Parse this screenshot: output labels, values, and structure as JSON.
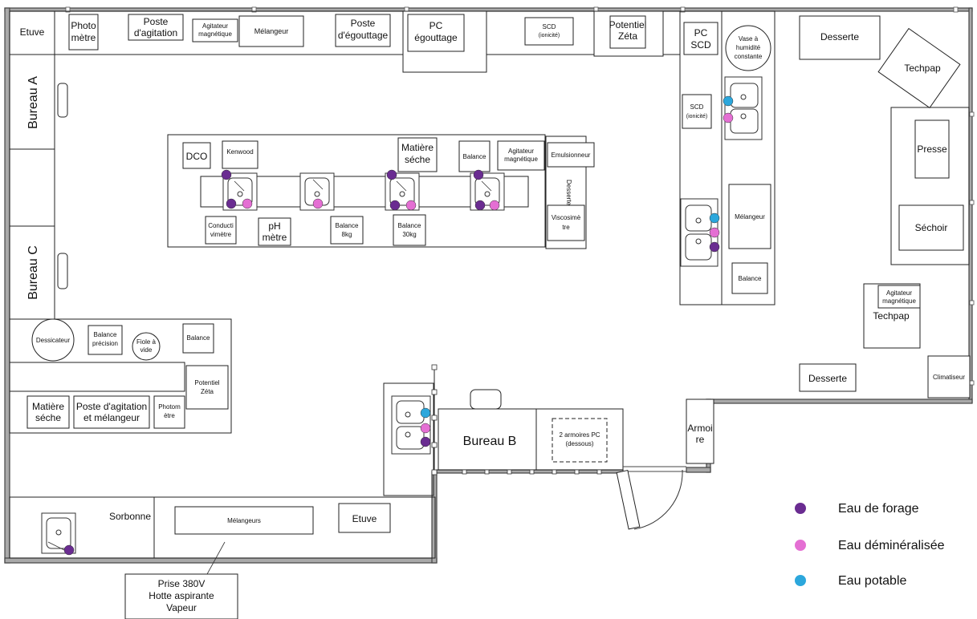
{
  "colors": {
    "eau_de_forage": "#6a2c91",
    "eau_demineralisee": "#e46fd3",
    "eau_potable": "#2ca7dc"
  },
  "labels": {
    "etuve_top": "Etuve",
    "photometre_top": [
      "Photo",
      "mètre"
    ],
    "poste_agitation": [
      "Poste",
      "d'agitation"
    ],
    "agitateur_top": [
      "Agitateur",
      "magnétique"
    ],
    "melangeur_top": "Mélangeur",
    "poste_egouttage": [
      "Poste",
      "d'égouttage"
    ],
    "pc_egouttage": [
      "PC",
      "égouttage"
    ],
    "scd_top": [
      "SCD",
      "(ionicité)"
    ],
    "potentiel_zeta_top": [
      "Potentiel",
      "Zéta"
    ],
    "pc_scd": [
      "PC",
      "SCD"
    ],
    "vase_humidite": [
      "Vase à",
      "humidité",
      "constante"
    ],
    "desserte_top": "Desserte",
    "techpap_top": "Techpap",
    "bureau_a": "Bureau A",
    "bureau_c": "Bureau C",
    "bureau_b": "Bureau B",
    "dco": "DCO",
    "kenwood": "Kenwood",
    "matiere_seche_center": [
      "Matière",
      "séche"
    ],
    "balance_center": "Balance",
    "agitateur_center": [
      "Agitateur",
      "magnétique"
    ],
    "emulsionneur": "Emulsionneur",
    "desserte_center": "Desserte",
    "viscosimetre": [
      "Viscosimè",
      "tre"
    ],
    "conductimetre": [
      "Conducti",
      "vimètre"
    ],
    "ph_metre": [
      "pH",
      "mètre"
    ],
    "balance_8kg": [
      "Balance",
      "8kg"
    ],
    "balance_30kg": [
      "Balance",
      "30kg"
    ],
    "scd_right": [
      "SCD",
      "(ionicité)"
    ],
    "melangeur_right": "Mélangeur",
    "balance_right": "Balance",
    "presse": "Presse",
    "sechoir": "Séchoir",
    "agitateur_right": [
      "Agitateur",
      "magnétique"
    ],
    "techpap_right": "Techpap",
    "desserte_right": "Desserte",
    "climatiseur": "Climatiseur",
    "dessicateur": "Dessicateur",
    "balance_precision": [
      "Balance",
      "précision"
    ],
    "fiole_vide": [
      "Fiole à",
      "vide"
    ],
    "balance_left": "Balance",
    "potentiel_zeta_left": [
      "Potentiel",
      "Zéta"
    ],
    "matiere_seche_left": [
      "Matière",
      "séche"
    ],
    "poste_agitation_melangeur": [
      "Poste d'agitation",
      "et mélangeur"
    ],
    "photometre_left": [
      "Photom",
      "ètre"
    ],
    "armoires_pc": [
      "2 armoires PC",
      "(dessous)"
    ],
    "armoire": [
      "Armoi",
      "re"
    ],
    "sorbonne": "Sorbonne",
    "melangeurs_bottom": "Mélangeurs",
    "etuve_bottom": "Etuve",
    "callout": [
      "Prise 380V",
      "Hotte aspirante",
      "Vapeur"
    ]
  },
  "legend": [
    {
      "label": "Eau de forage",
      "color": "#6a2c91"
    },
    {
      "label": "Eau déminéralisée",
      "color": "#e46fd3"
    },
    {
      "label": "Eau potable",
      "color": "#2ca7dc"
    }
  ]
}
